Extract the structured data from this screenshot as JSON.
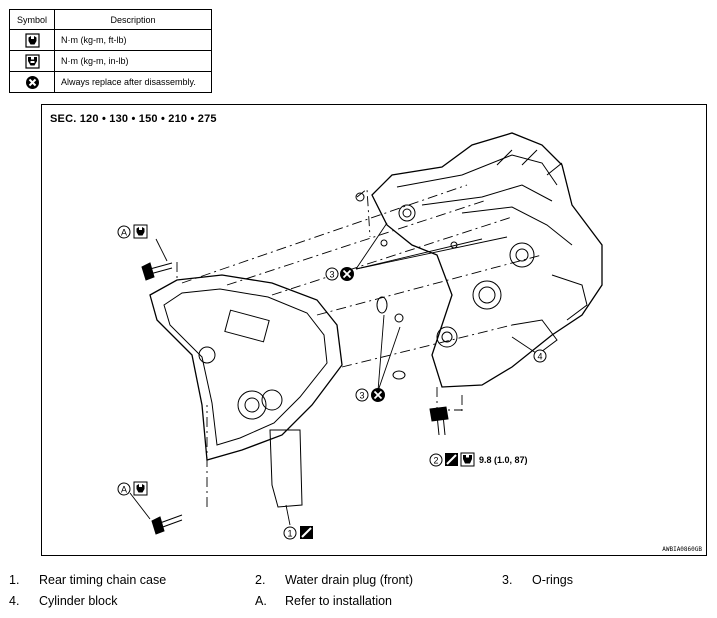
{
  "legend": {
    "header": {
      "symbol": "Symbol",
      "description": "Description"
    },
    "rows": [
      {
        "icon": "torque-ftlb-icon",
        "description": "N·m (kg-m, ft-lb)"
      },
      {
        "icon": "torque-inlb-icon",
        "description": "N·m (kg-m, in-lb)"
      },
      {
        "icon": "replace-icon",
        "description": "Always replace after disassembly."
      }
    ]
  },
  "figure": {
    "section": "SEC. 120 • 130 • 150 • 210 • 275",
    "code": "AWBIA0860GB",
    "torque_spec": "9.8 (1.0, 87)",
    "callouts": {
      "part1": "1",
      "part2": "2",
      "part3a": "3",
      "part3b": "3",
      "part4": "4",
      "refA1": "A",
      "refA2": "A"
    }
  },
  "parts_list": [
    {
      "num": "1.",
      "label": "Rear timing chain case"
    },
    {
      "num": "2.",
      "label": "Water drain plug (front)"
    },
    {
      "num": "3.",
      "label": "O-rings"
    },
    {
      "num": "4.",
      "label": "Cylinder block"
    },
    {
      "num": "A.",
      "label": "Refer to installation"
    }
  ]
}
